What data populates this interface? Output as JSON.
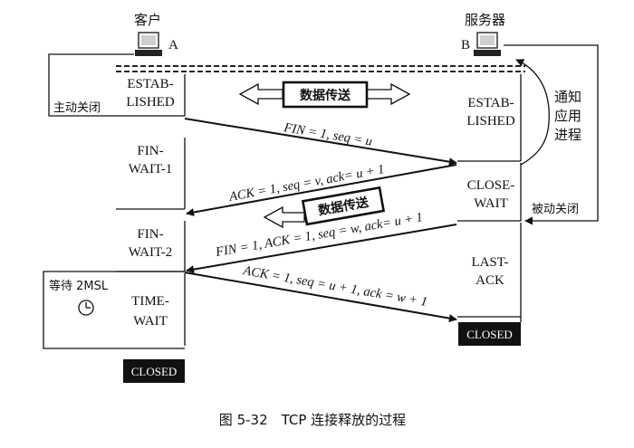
{
  "client": {
    "title": "客户",
    "host": "A"
  },
  "server": {
    "title": "服务器",
    "host": "B"
  },
  "client_states": {
    "established": [
      "ESTAB-",
      "LISHED"
    ],
    "fin_wait_1": [
      "FIN-",
      "WAIT-1"
    ],
    "fin_wait_2": [
      "FIN-",
      "WAIT-2"
    ],
    "time_wait": [
      "TIME-",
      "WAIT"
    ],
    "closed": "CLOSED"
  },
  "server_states": {
    "established": [
      "ESTAB-",
      "LISHED"
    ],
    "close_wait": [
      "CLOSE-",
      "WAIT"
    ],
    "last_ack": [
      "LAST-",
      "ACK"
    ],
    "closed": "CLOSED"
  },
  "side_labels": {
    "active_close": "主动关闭",
    "passive_close": "被动关闭",
    "notify_app": [
      "通知",
      "应用",
      "进程"
    ],
    "wait_2msl": "等待 2MSL"
  },
  "data_transfer": "数据传送",
  "messages": {
    "fin_1": "FIN = 1, seq = u",
    "ack_1": "ACK = 1, seq = v, ack= u + 1",
    "fin_2": "FIN = 1, ACK = 1, seq = w, ack= u + 1",
    "ack_2": "ACK = 1, seq = u + 1, ack = w + 1"
  },
  "caption": "图 5-32　TCP 连接释放的过程",
  "colors": {
    "ink": "#111111",
    "closed_bg": "#111111",
    "closed_fg": "#ffffff",
    "paper": "#ffffff"
  }
}
